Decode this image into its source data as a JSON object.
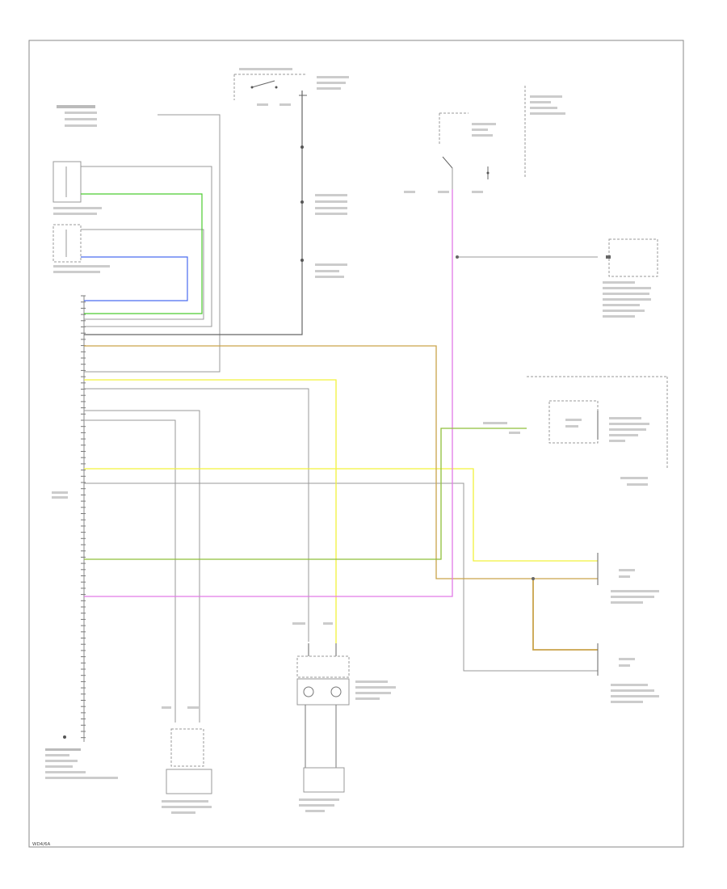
{
  "colors": {
    "green": "#4ccc30",
    "blue": "#4a6cf0",
    "yellow": "#f2f23c",
    "tan": "#c9a34a",
    "violet": "#e27ae6",
    "olive": "#8fbf3a",
    "dkgreen_bd": "#6fa83a",
    "gray": "#9a9a9a",
    "dark": "#707070"
  },
  "wires": [
    {
      "name": "wire-green-lower-cushion",
      "color": "green"
    },
    {
      "name": "wire-blue-upper-cushion",
      "color": "blue"
    },
    {
      "name": "wire-yellow-center-sensor",
      "color": "yellow"
    },
    {
      "name": "wire-yellow-seatbelt-upper",
      "color": "yellow"
    },
    {
      "name": "wire-tan-seatbelt-lower",
      "color": "tan"
    },
    {
      "name": "wire-violet-run",
      "color": "violet"
    },
    {
      "name": "wire-olive-instrument",
      "color": "olive"
    }
  ],
  "labels": {
    "footer_code": "WD4/6A"
  }
}
